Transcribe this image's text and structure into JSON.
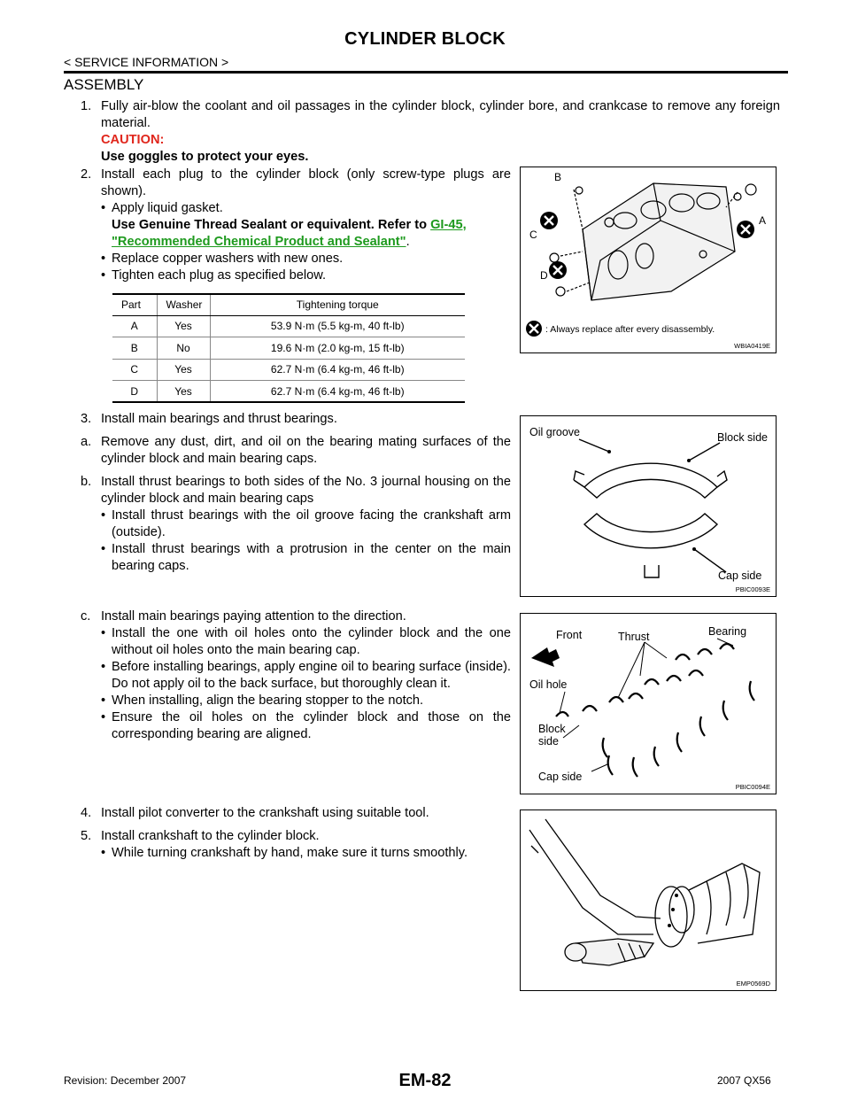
{
  "header": {
    "title": "CYLINDER BLOCK",
    "section": "< SERVICE INFORMATION >"
  },
  "heading": "ASSEMBLY",
  "steps": {
    "s1": {
      "num": "1.",
      "text": "Fully air-blow the coolant and oil passages in the cylinder block, cylinder bore, and crankcase to remove any foreign material.",
      "caution_label": "CAUTION:",
      "caution_text": "Use goggles to protect your eyes."
    },
    "s2": {
      "num": "2.",
      "text": "Install each plug to the cylinder block (only screw-type plugs are shown).",
      "b1": "Apply liquid gasket.",
      "b1_bold": "Use Genuine Thread Sealant or equivalent. Refer to ",
      "b1_link1": "GI-45,",
      "b1_link2": "\"Recommended Chemical Product and Sealant\"",
      "b1_end": ".",
      "b2": "Replace copper washers with new ones.",
      "b3": "Tighten each plug as specified below."
    },
    "s3": {
      "num": "3.",
      "text": "Install main bearings and thrust bearings.",
      "a_num": "a.",
      "a_text": "Remove any dust, dirt, and oil on the bearing mating surfaces of the cylinder block and main bearing caps.",
      "b_num": "b.",
      "b_text": "Install thrust bearings to both sides of the No. 3 journal housing on the cylinder block and main bearing caps",
      "b_b1": "Install thrust bearings with the oil groove facing the crankshaft arm (outside).",
      "b_b2": "Install thrust bearings with a protrusion in the center on the main bearing caps.",
      "c_num": "c.",
      "c_text": "Install main bearings paying attention to the direction.",
      "c_b1": "Install the one with oil holes onto the cylinder block and the one without oil holes onto the main bearing cap.",
      "c_b2": "Before installing bearings, apply engine oil to bearing surface (inside). Do not apply oil to the back surface, but thoroughly clean it.",
      "c_b3": "When installing, align the bearing stopper to the notch.",
      "c_b4": "Ensure the oil holes on the cylinder block and those on the corresponding bearing are aligned."
    },
    "s4": {
      "num": "4.",
      "text": "Install pilot converter to the crankshaft using suitable tool."
    },
    "s5": {
      "num": "5.",
      "text": "Install crankshaft to the cylinder block.",
      "b1": "While turning crankshaft by hand, make sure it turns smoothly."
    }
  },
  "bullet": "•",
  "table": {
    "headers": [
      "Part",
      "Washer",
      "Tightening torque"
    ],
    "rows": [
      [
        "A",
        "Yes",
        "53.9 N·m (5.5 kg-m, 40 ft-lb)"
      ],
      [
        "B",
        "No",
        "19.6 N·m (2.0 kg-m, 15 ft-lb)"
      ],
      [
        "C",
        "Yes",
        "62.7 N·m (6.4 kg-m, 46 ft-lb)"
      ],
      [
        "D",
        "Yes",
        "62.7 N·m (6.4 kg-m, 46 ft-lb)"
      ]
    ]
  },
  "figures": {
    "fig1": {
      "code": "WBIA0419E",
      "labels": {
        "a": "A",
        "b": "B",
        "c": "C",
        "d": "D"
      },
      "legend": ": Always replace after every disassembly."
    },
    "fig2": {
      "code": "PBIC0093E",
      "oil_groove": "Oil groove",
      "block_side": "Block side",
      "cap_side": "Cap side"
    },
    "fig3": {
      "code": "PBIC0094E",
      "front": "Front",
      "thrust": "Thrust",
      "bearing": "Bearing",
      "oil_hole": "Oil hole",
      "block": "Block",
      "side": "side",
      "cap_side": "Cap side"
    },
    "fig4": {
      "code": "EMP0569D"
    }
  },
  "footer": {
    "revision": "Revision: December 2007",
    "page": "EM-82",
    "model": "2007 QX56"
  },
  "colors": {
    "caution": "#e0261c",
    "link": "#1e9a1e"
  }
}
